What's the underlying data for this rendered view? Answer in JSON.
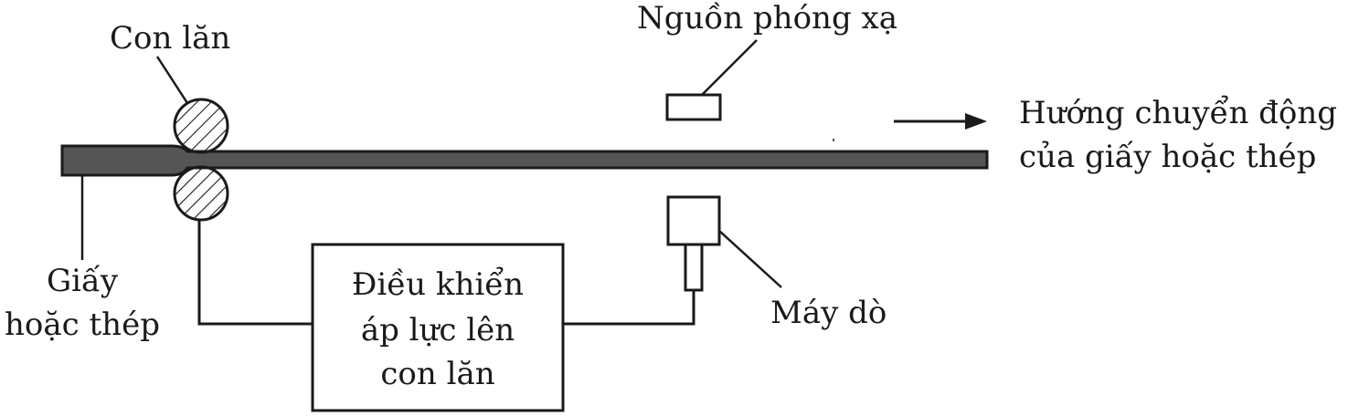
{
  "labels": {
    "roller": "Con lăn",
    "source": "Nguồn phóng xạ",
    "direction_line1": "Hướng chuyển động",
    "direction_line2": "của giấy hoặc thép",
    "sheet_line1": "Giấy",
    "sheet_line2": "hoặc thép",
    "control_line1": "Điều khiển",
    "control_line2": "áp lực lên",
    "control_line3": "con lăn",
    "detector": "Máy dò"
  },
  "colors": {
    "sheet_fill": "#555555",
    "stroke": "#1a1a1a"
  }
}
